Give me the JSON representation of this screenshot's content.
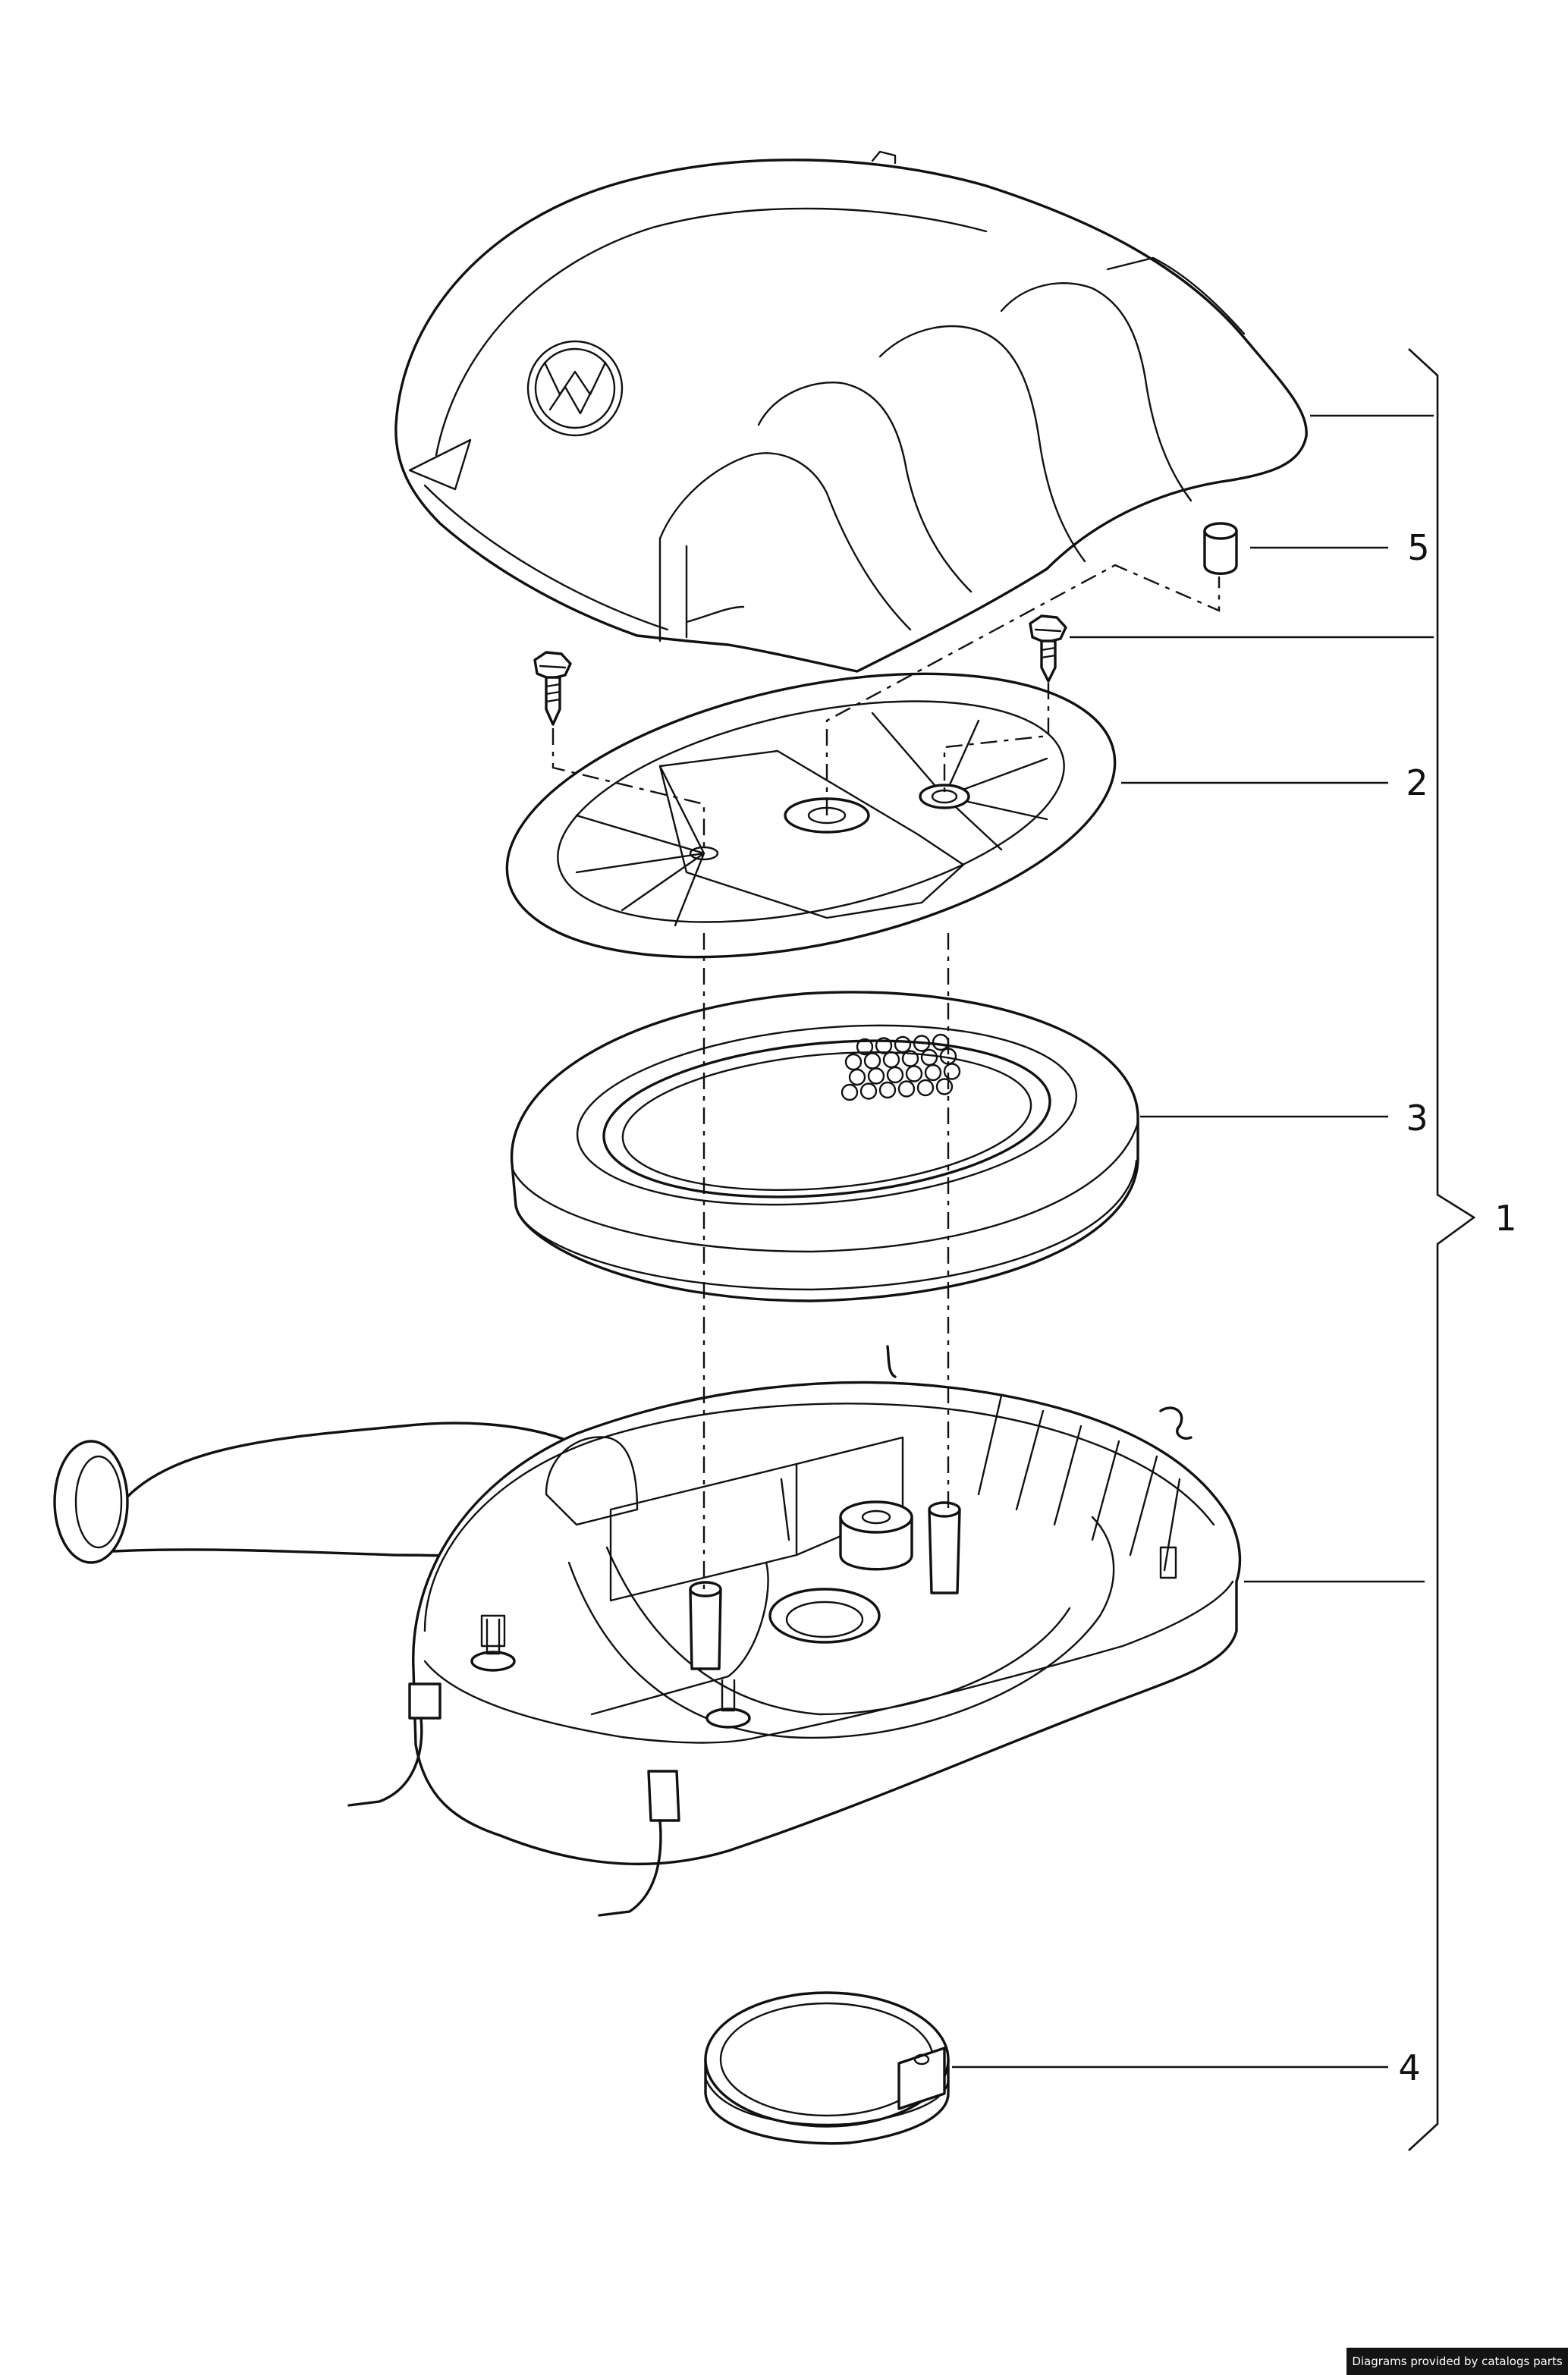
{
  "diagram": {
    "callouts": {
      "c1": "1",
      "c2": "2",
      "c3": "3",
      "c4": "4",
      "c5": "5"
    },
    "credit": "Diagrams provided by catalogs parts"
  }
}
